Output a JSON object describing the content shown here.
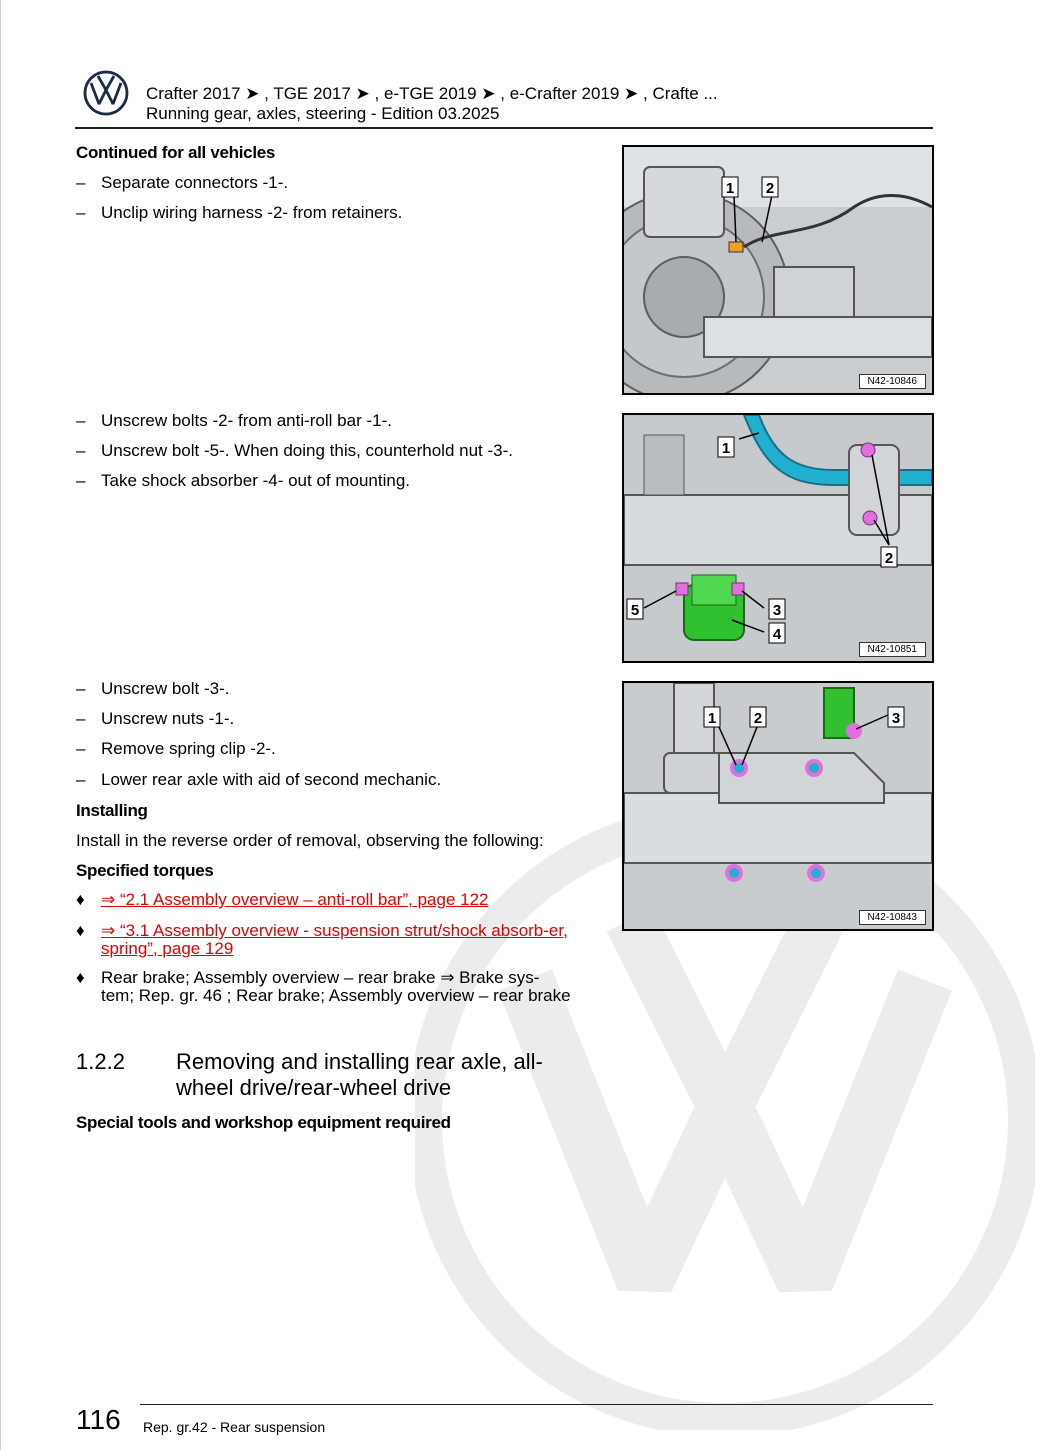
{
  "header": {
    "line1": "Crafter 2017 ➤ , TGE 2017 ➤ , e-TGE 2019 ➤ , e-Crafter 2019 ➤ , Crafte ...",
    "line2": "Running gear, axles, steering - Edition 03.2025"
  },
  "section1": {
    "heading": "Continued for all vehicles",
    "steps": [
      "Separate connectors -1-.",
      "Unclip wiring harness -2- from retainers."
    ]
  },
  "section2": {
    "steps": [
      "Unscrew bolts -2- from anti-roll bar -1-.",
      "Unscrew bolt -5-. When doing this, counterhold nut -3-.",
      "Take shock absorber -4- out of mounting."
    ]
  },
  "section3": {
    "steps": [
      "Unscrew bolt -3-.",
      "Unscrew nuts -1-.",
      "Remove spring clip -2-.",
      "Lower rear axle with aid of second mechanic."
    ]
  },
  "installing": {
    "heading": "Installing",
    "intro": "Install in the reverse order of removal, observing the following:",
    "torques_heading": "Specified torques",
    "links": [
      "⇒ “2.1 Assembly overview – anti-roll bar”, page 122",
      "⇒ “3.1 Assembly overview - suspension strut/shock absorb-er, spring”, page 129"
    ],
    "brake_note": "Rear brake; Assembly overview – rear brake ⇒  Brake sys-tem; Rep. gr.  46 ; Rear brake; Assembly overview – rear brake"
  },
  "section_122": {
    "number": "1.2.2",
    "title": "Removing and installing rear axle, all-wheel drive/rear-wheel drive",
    "tools_heading": "Special tools and workshop equipment required"
  },
  "figures": [
    {
      "id": "N42-10846",
      "labels": [
        "1",
        "2"
      ]
    },
    {
      "id": "N42-10851",
      "labels": [
        "1",
        "2",
        "3",
        "4",
        "5"
      ]
    },
    {
      "id": "N42-10843",
      "labels": [
        "1",
        "2",
        "3"
      ]
    }
  ],
  "markers": {
    "dash": "–",
    "bullet": "♦"
  },
  "footer": {
    "page": "116",
    "chapter": "Rep. gr.42 - Rear suspension"
  },
  "colors": {
    "link": "#e00000",
    "highlight_pink": "#e070e0",
    "highlight_cyan": "#20b0d0",
    "highlight_green": "#30c030",
    "highlight_orange": "#f0a020"
  }
}
